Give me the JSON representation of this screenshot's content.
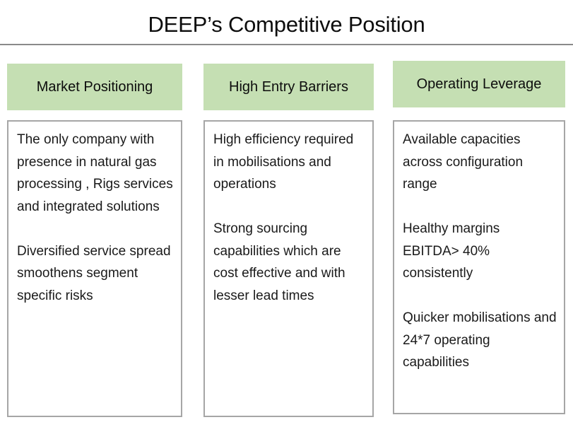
{
  "slide": {
    "title": "DEEP’s Competitive Position",
    "accent_green": "#c5dfb3",
    "border_gray": "#a6a6a6",
    "rule_gray": "#8a8a8a",
    "text_color": "#1a1a1a"
  },
  "columns": [
    {
      "header": "Market Positioning",
      "paragraphs": [
        "The only company with presence in natural gas processing , Rigs services and integrated solutions",
        "Diversified service spread smoothens segment specific risks"
      ]
    },
    {
      "header": "High Entry Barriers",
      "paragraphs": [
        "High efficiency required in mobilisations and operations",
        "Strong sourcing capabilities which are cost effective and with lesser lead times"
      ]
    },
    {
      "header": "Operating Leverage",
      "paragraphs": [
        "Available capacities across configuration range",
        "Healthy margins EBITDA> 40% consistently",
        "Quicker mobilisations and 24*7 operating capabilities"
      ]
    }
  ]
}
